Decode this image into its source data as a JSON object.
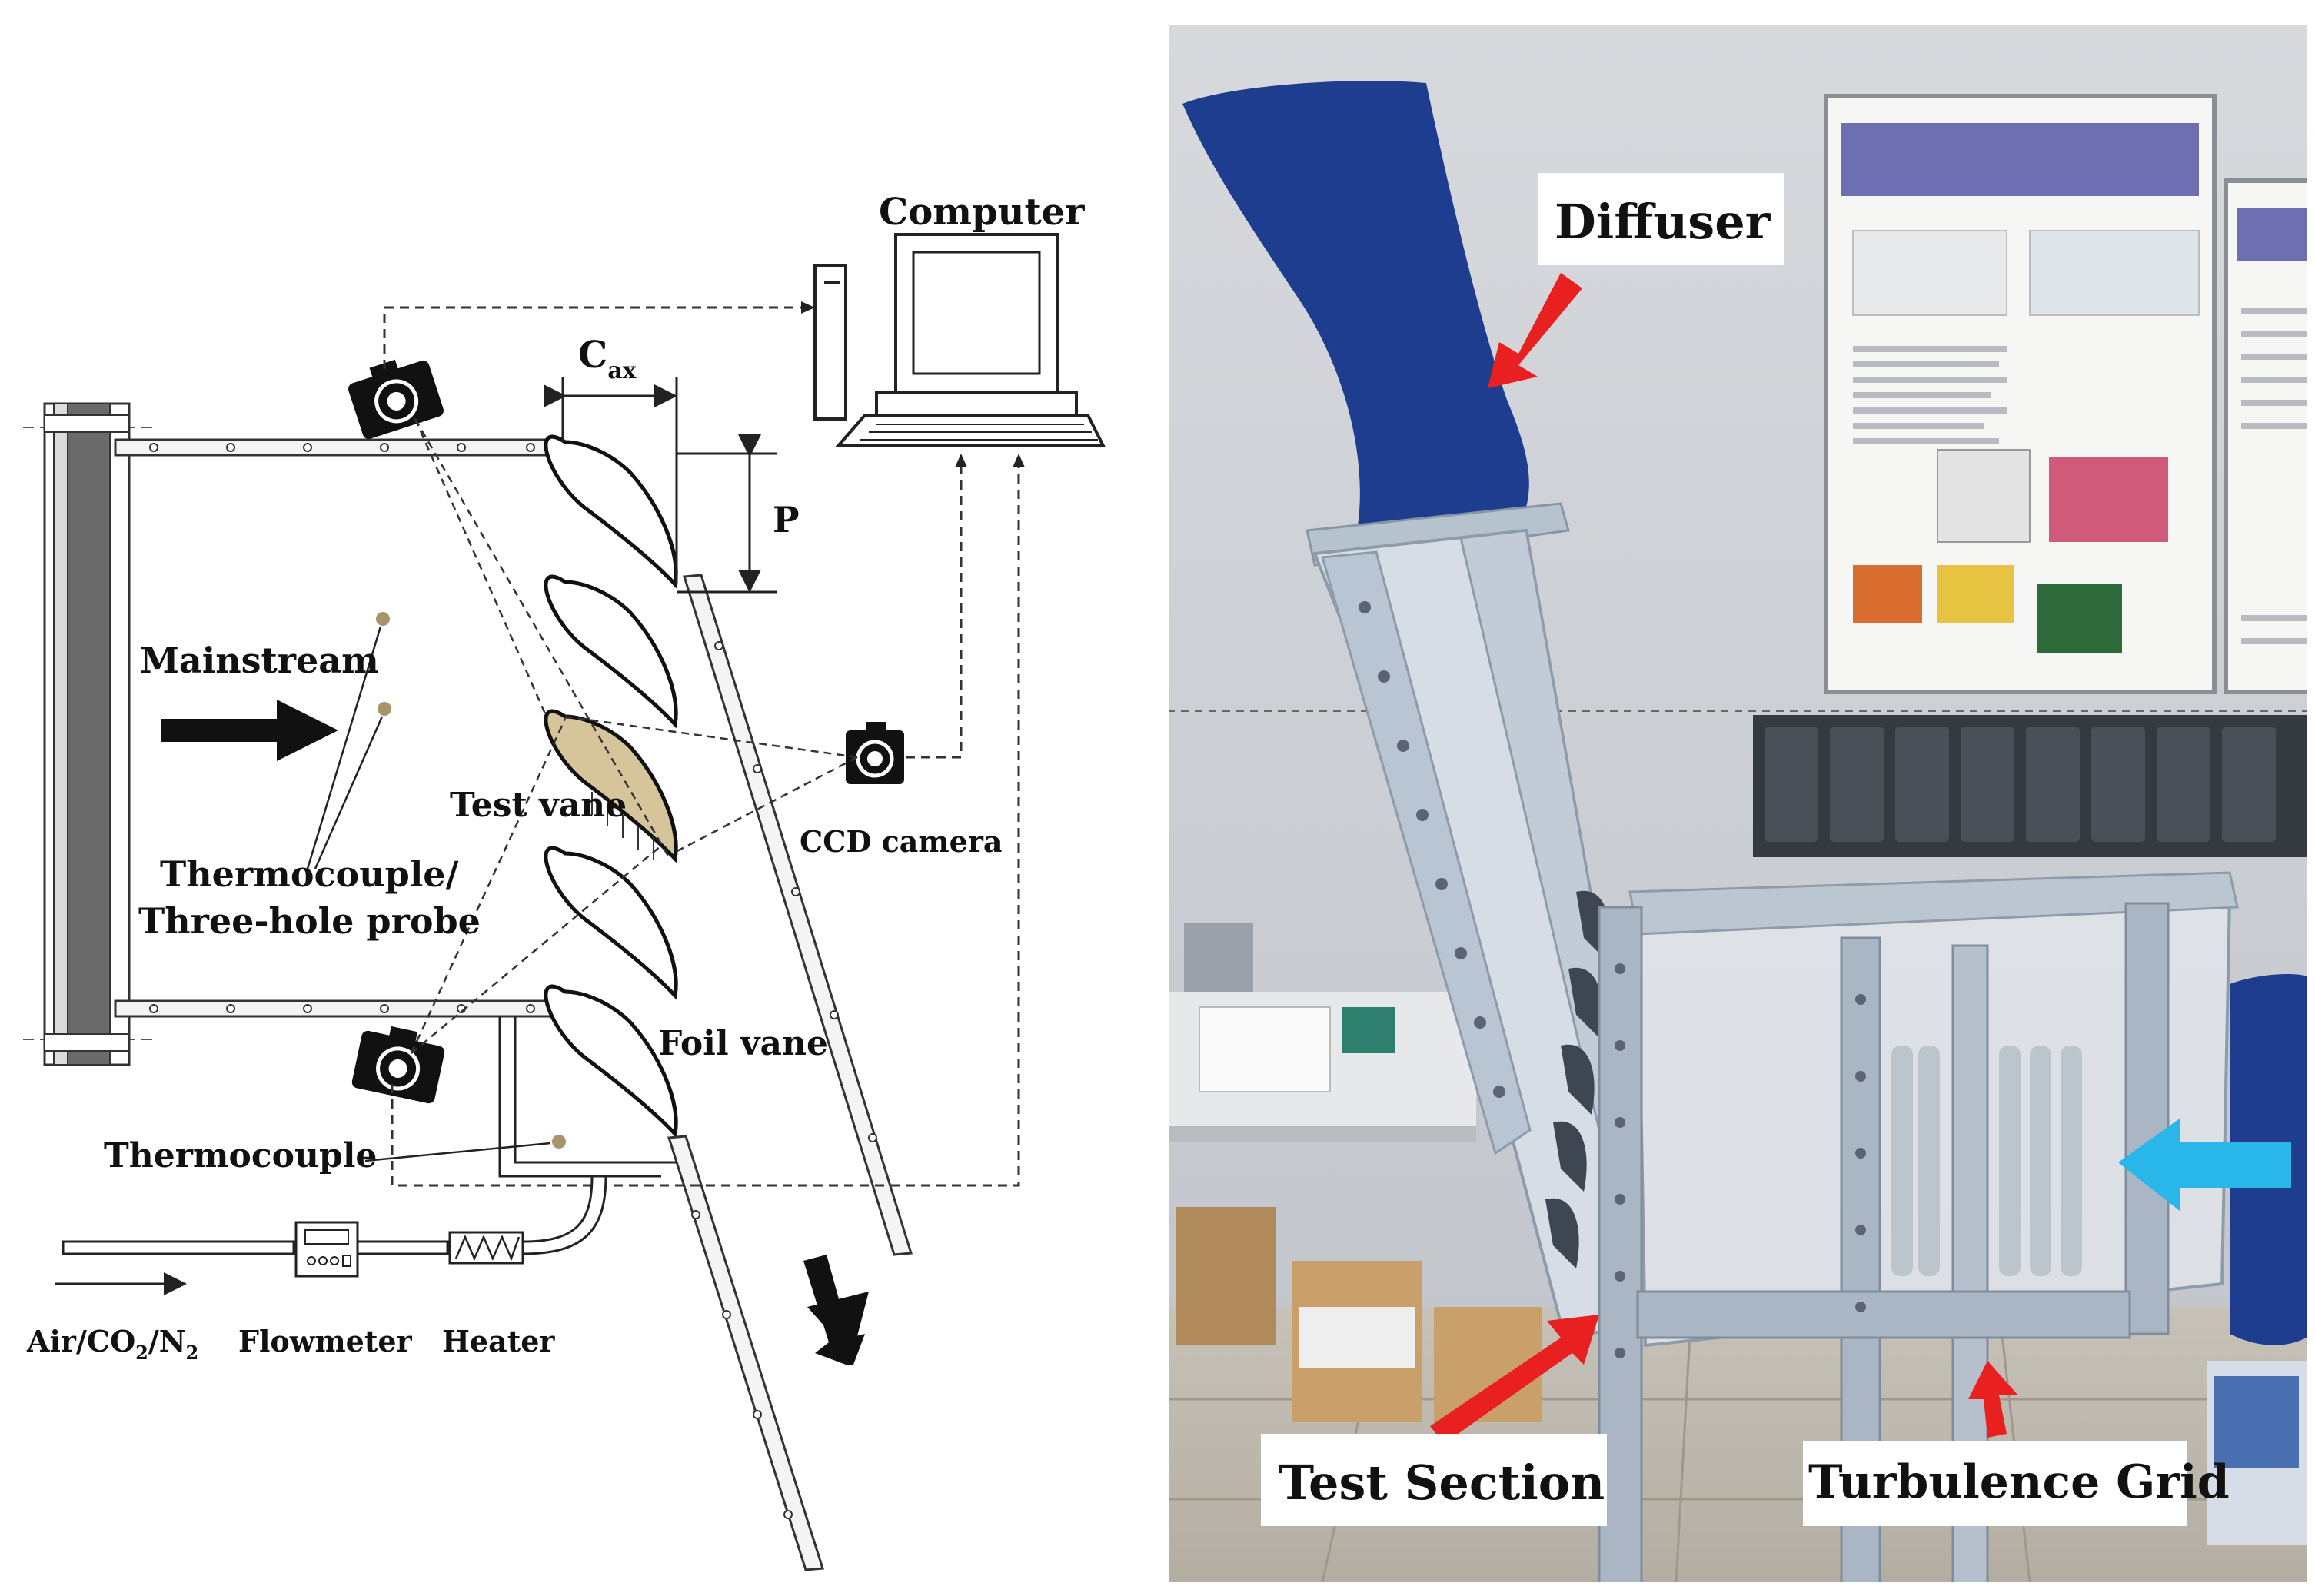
{
  "schematic": {
    "labels": {
      "computer": "Computer",
      "cax_main": "C",
      "cax_sub": "ax",
      "pitch": "P",
      "mainstream": "Mainstream",
      "test_vane": "Test vane",
      "ccd_camera": "CCD camera",
      "thermocouple_probe_line1": "Thermocouple/",
      "thermocouple_probe_line2": "Three-hole probe",
      "foil_vane": "Foil vane",
      "thermocouple": "Thermocouple",
      "air_part1": "Air/CO",
      "air_sub1": "2",
      "air_part2": "/N",
      "air_sub2": "2",
      "flowmeter": "Flowmeter",
      "heater": "Heater"
    },
    "colors": {
      "line": "#222222",
      "test_vane_fill": "#d6c49a",
      "thermocouple_dot": "#a8946a"
    }
  },
  "photo": {
    "labels": {
      "diffuser": "Diffuser",
      "test_section": "Test Section",
      "turbulence_grid": "Turbulence Grid"
    },
    "colors": {
      "diffuser": "#1f3d8f",
      "arrow_red": "#e8201f",
      "arrow_cyan": "#29b6e8",
      "wall": "#c9ccd1",
      "frame": "#a9b3c0"
    }
  }
}
